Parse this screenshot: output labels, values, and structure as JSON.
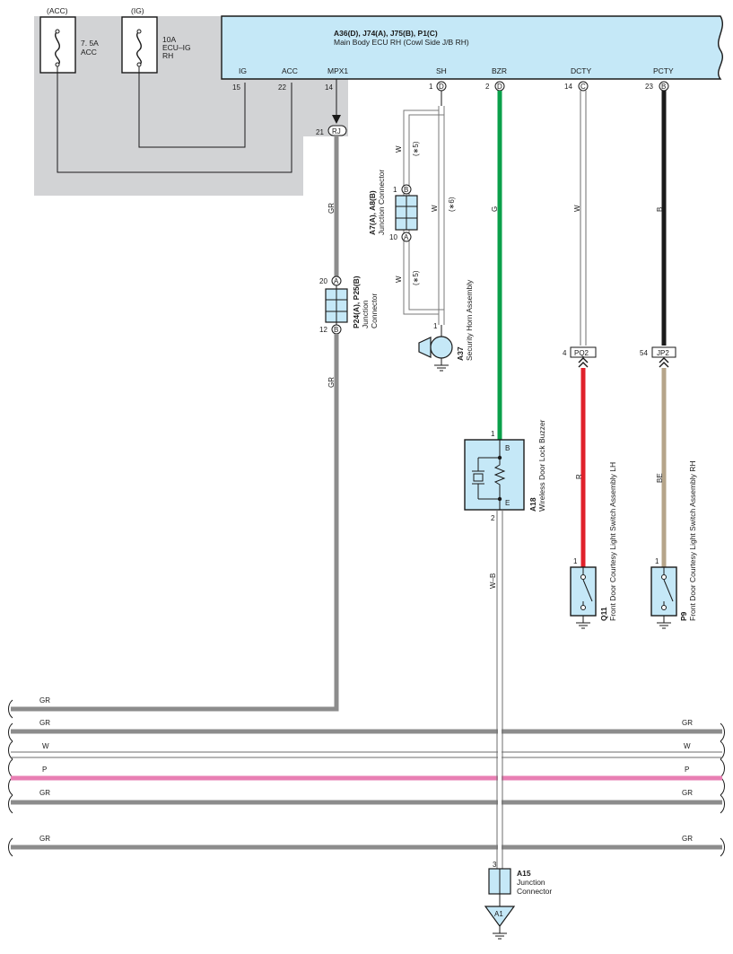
{
  "fuses": {
    "acc": {
      "header": "(ACC)",
      "rating": "7. 5A",
      "name": "ACC"
    },
    "ig": {
      "header": "(IG)",
      "rating": "10A",
      "name": "ECU–IG",
      "name2": "RH"
    }
  },
  "ecu": {
    "codes": "A36(D), J74(A), J75(B), P1(C)",
    "name": "Main Body ECU RH (Cowl Side J/B RH)",
    "terminals": [
      {
        "name": "IG",
        "pin": "15"
      },
      {
        "name": "ACC",
        "pin": "22"
      },
      {
        "name": "MPX1",
        "pin": "14"
      },
      {
        "name": "SH",
        "pin": "1",
        "conn": "D"
      },
      {
        "name": "BZR",
        "pin": "2",
        "conn": "D"
      },
      {
        "name": "DCTY",
        "pin": "14",
        "conn": "C"
      },
      {
        "name": "PCTY",
        "pin": "23",
        "conn": "B"
      }
    ]
  },
  "rj": {
    "pin": "21",
    "label": "RJ"
  },
  "junction_a7": {
    "codes": "A7(A), A8(B)",
    "name": "Junction Connector",
    "top_pin": "1",
    "top_conn": "B",
    "bot_pin": "10",
    "bot_conn": "A"
  },
  "junction_p24": {
    "codes": "P24(A), P25(B)",
    "name": "Junction",
    "name2": "Connector",
    "top_pin": "20",
    "top_conn": "A",
    "bot_pin": "12",
    "bot_conn": "B"
  },
  "horn": {
    "code": "A37",
    "name": "Security Horn Assembly",
    "pin": "1"
  },
  "buzzer": {
    "code": "A18",
    "name": "Wireless Door Lock Buzzer",
    "pin_top": "1",
    "pin_bot": "2",
    "term_b": "B",
    "term_e": "E"
  },
  "pq2": {
    "pin": "4",
    "label": "PQ2"
  },
  "jp2": {
    "pin": "54",
    "label": "JP2"
  },
  "switch_lh": {
    "code": "Q11",
    "name": "Front Door Courtesy Light Switch Assembly LH",
    "pin": "1"
  },
  "switch_rh": {
    "code": "P9",
    "name": "Front Door Courtesy Light Switch Assembly RH",
    "pin": "1"
  },
  "a15": {
    "code": "A15",
    "name": "Junction",
    "name2": "Connector",
    "pin": "3"
  },
  "ground_a1": {
    "label": "A1"
  },
  "wire_labels": {
    "gr": "GR",
    "w": "W",
    "g": "G",
    "b": "B",
    "r": "R",
    "be": "BE",
    "wb": "W–B",
    "p": "P",
    "note5": "(∗5)",
    "note6": "(∗6)"
  },
  "bus_wires": [
    {
      "left": "GR",
      "right": ""
    },
    {
      "left": "GR",
      "right": "GR"
    },
    {
      "left": "W",
      "right": "W"
    },
    {
      "left": "P",
      "right": "P"
    },
    {
      "left": "GR",
      "right": "GR"
    },
    {
      "left": "GR",
      "right": "GR"
    }
  ],
  "colors": {
    "panel": "#d2d3d5",
    "component": "#c5e8f7",
    "gray_wire": "#8c8c8c",
    "green_wire": "#0aa04a",
    "black_wire": "#1a1a1a",
    "red_wire": "#e0212b",
    "beige_wire": "#b5a58a",
    "pink_wire": "#e87fb3"
  }
}
